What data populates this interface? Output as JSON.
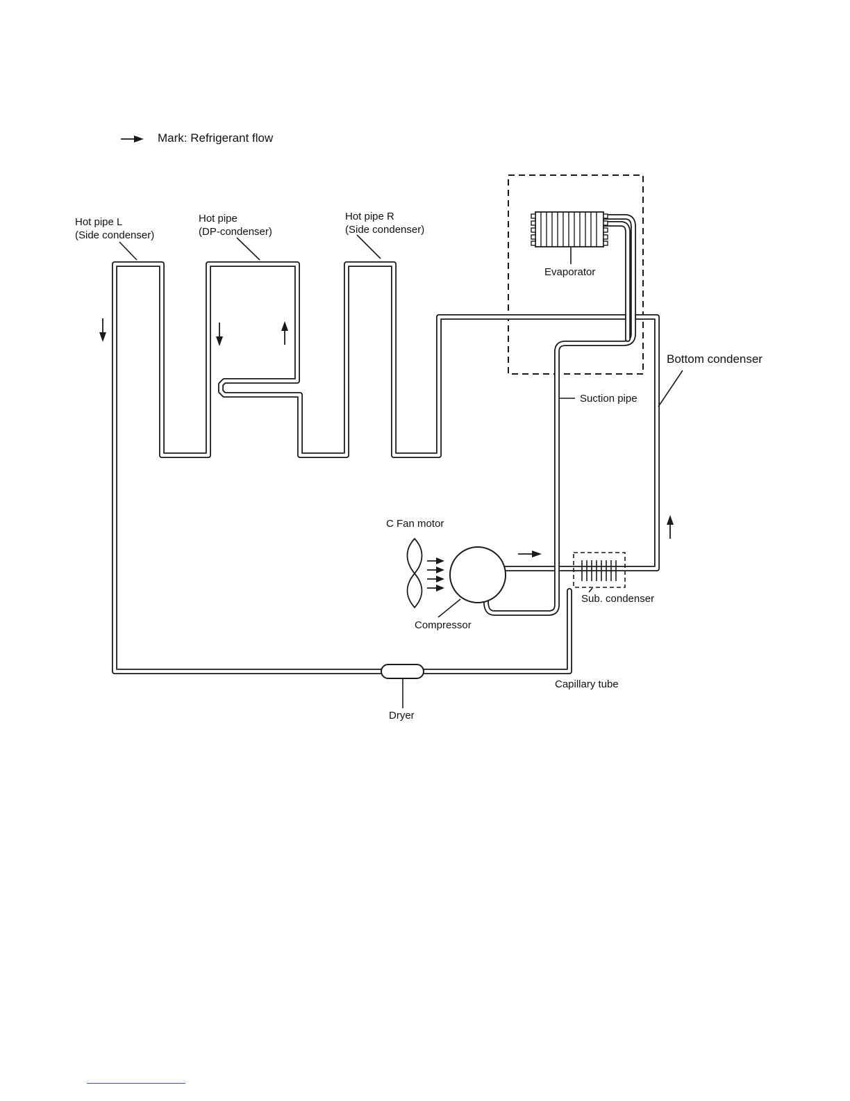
{
  "legend": {
    "text": "Mark: Refrigerant flow"
  },
  "labels": {
    "hot_pipe_l": [
      "Hot pipe L",
      "(Side condenser)"
    ],
    "hot_pipe_dp": [
      "Hot pipe",
      "(DP-condenser)"
    ],
    "hot_pipe_r": [
      "Hot pipe R",
      "(Side condenser)"
    ],
    "evaporator": "Evaporator",
    "bottom_condenser": "Bottom condenser",
    "suction_pipe": "Suction pipe",
    "c_fan_motor": "C Fan motor",
    "compressor": "Compressor",
    "sub_condenser": "Sub. condenser",
    "capillary_tube": "Capillary tube",
    "dryer": "Dryer"
  },
  "colors": {
    "line": "#1a1a1a",
    "footer_rule": "#3355cc"
  },
  "icons": {
    "flow_arrow": "arrow-icon",
    "fan": "fan-icon",
    "compressor": "compressor-icon",
    "evaporator": "evaporator-coil-icon",
    "sub_condenser": "sub-condenser-coil-icon",
    "dryer": "dryer-icon"
  }
}
